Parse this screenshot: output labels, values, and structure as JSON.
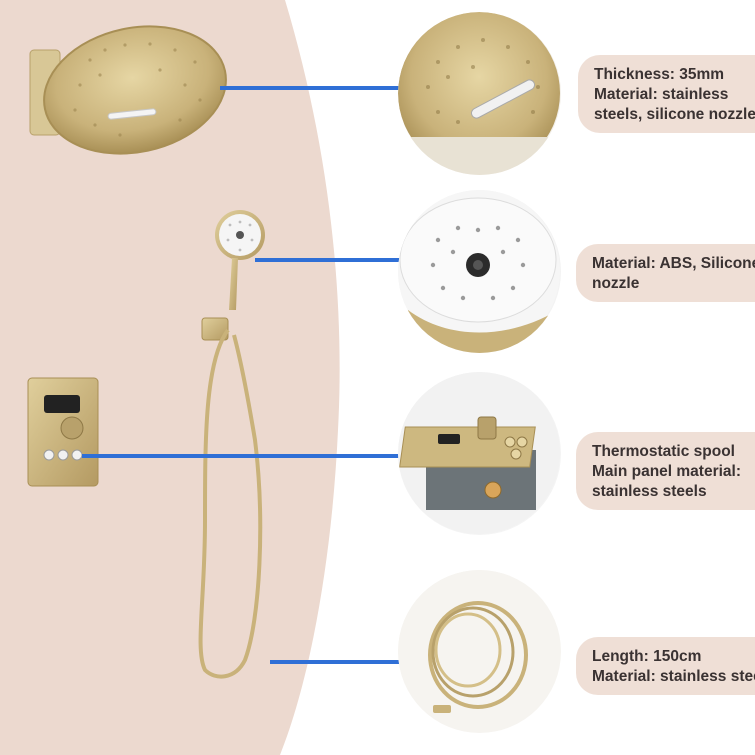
{
  "features": [
    {
      "name": "rain-shower-head",
      "lines": [
        "Thickness: 35mm",
        "Material: stainless",
        "steels, silicone nozzle"
      ]
    },
    {
      "name": "handheld-shower",
      "lines": [
        "Material: ABS, Silicone",
        "nozzle"
      ]
    },
    {
      "name": "thermostatic-valve",
      "lines": [
        "Thermostatic spool",
        "Main panel material:",
        "stainless steels"
      ]
    },
    {
      "name": "shower-hose",
      "lines": [
        "Length: 150cm",
        "Material: stainless steel"
      ]
    }
  ],
  "colors": {
    "wall": "#ecd9cf",
    "accent_line": "#2f6fd6",
    "brushed_gold": "#c9b27a",
    "callout_bg": "#efdfd6"
  }
}
